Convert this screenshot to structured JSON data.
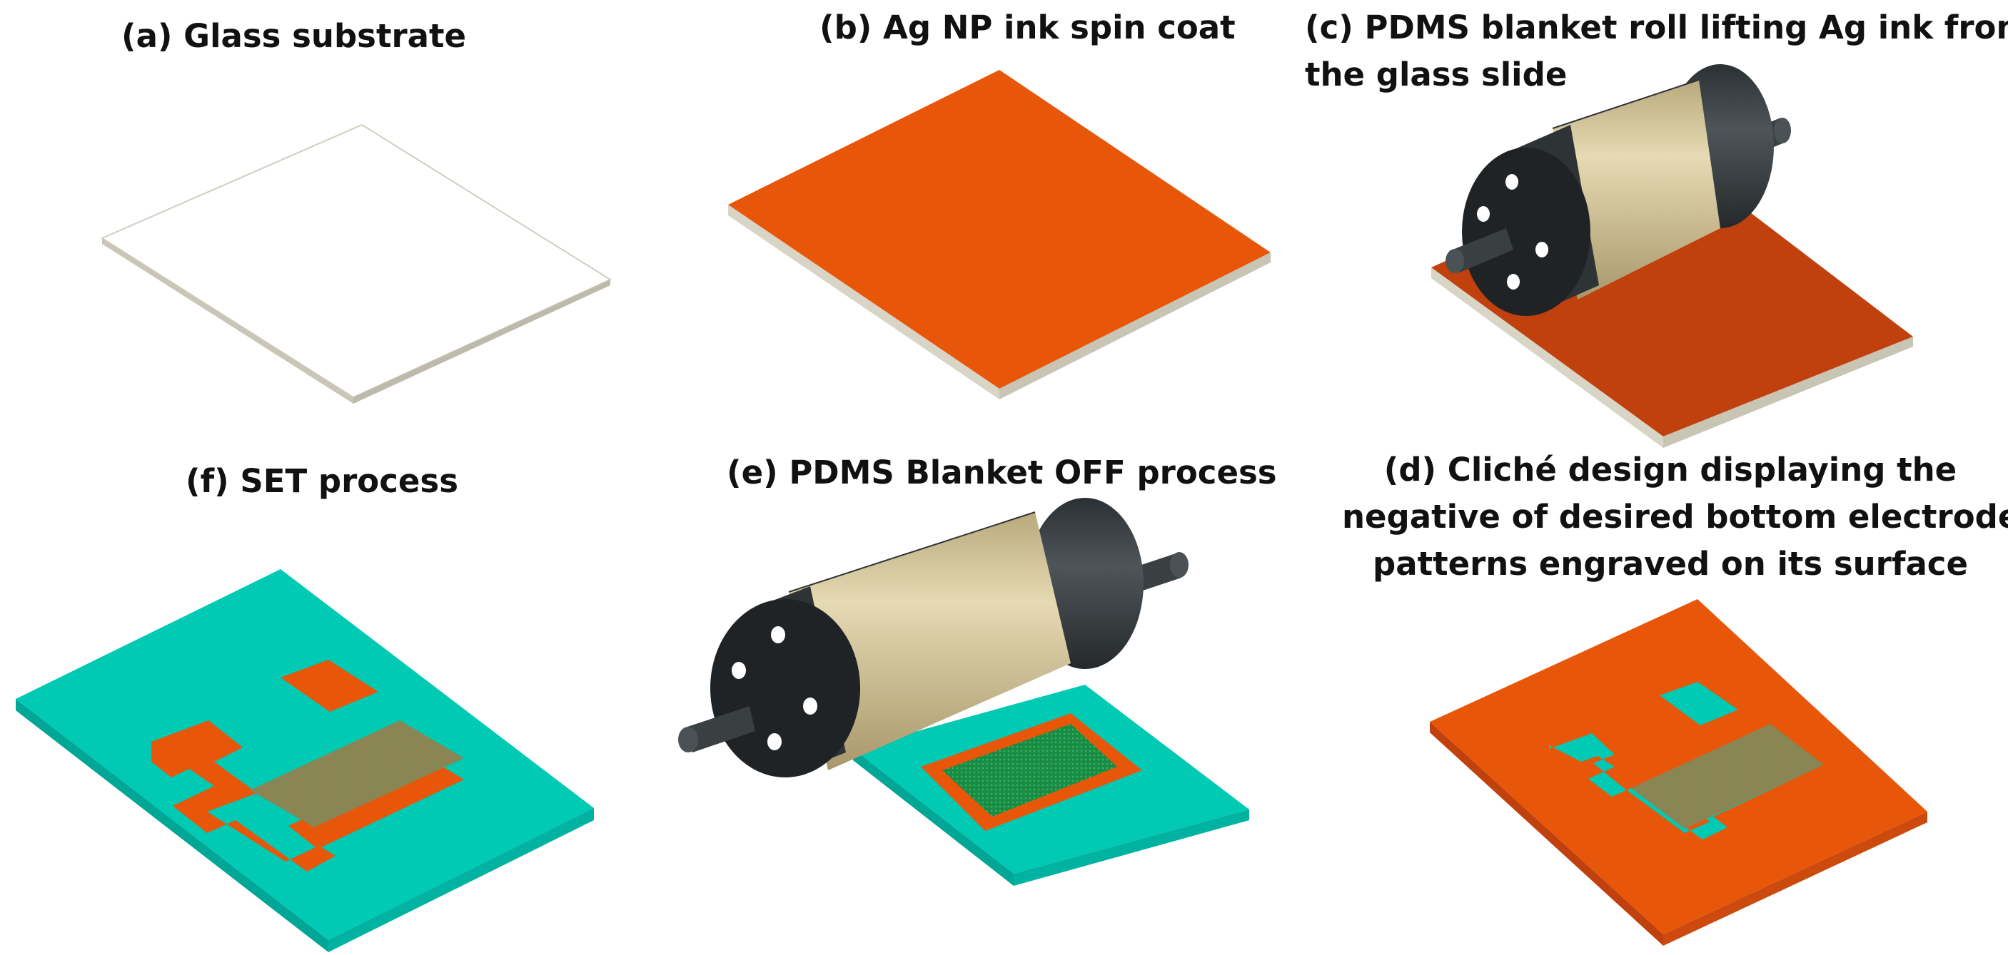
{
  "panels": {
    "a": {
      "caption": "(a) Glass substrate"
    },
    "b": {
      "caption": "(b) Ag NP ink spin coat"
    },
    "c": {
      "caption_lines": [
        "(c) PDMS blanket roll lifting Ag ink from",
        "the glass slide"
      ]
    },
    "d": {
      "caption_lines": [
        "(d) Cliché design displaying the",
        "negative of desired bottom electrode",
        "patterns engraved on its surface"
      ]
    },
    "e": {
      "caption": "(e) PDMS Blanket OFF process"
    },
    "f": {
      "caption": "(f) SET process"
    }
  },
  "colors": {
    "glass": "#ffffff",
    "glass_edge": "#c9c6b8",
    "ag_ink": "#e8560a",
    "ag_ink_dark": "#c0410d",
    "cliche": "#00c9b4",
    "cliche_dark": "#00a696",
    "roller_body": "#d6c79a",
    "roller_cap": "#3a3f42",
    "pattern_fill": "#6f8f5c",
    "pattern_green": "#1d8f4a"
  }
}
